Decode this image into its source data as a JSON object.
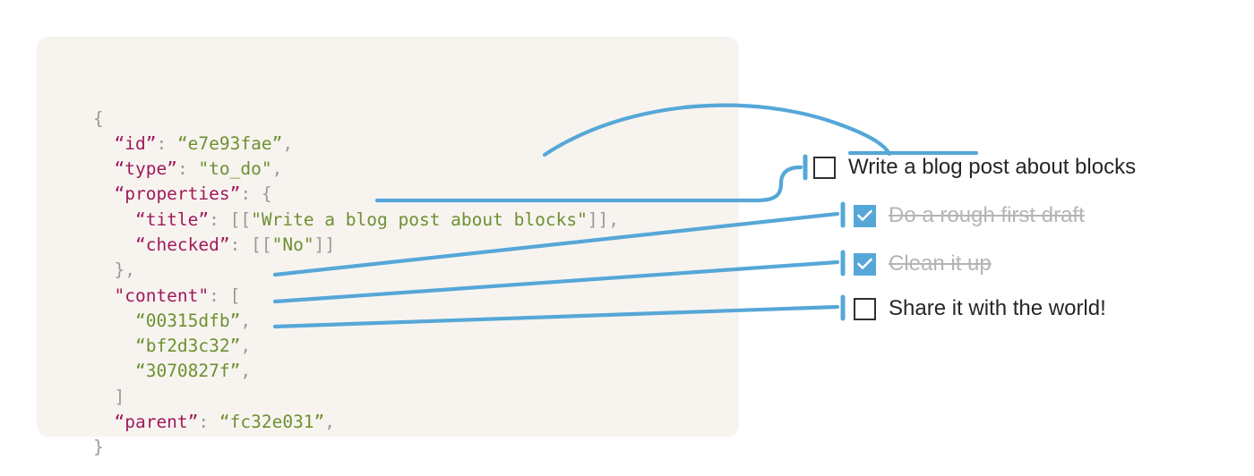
{
  "panel": {
    "background_color": "#f7f4f0",
    "code_lines": [
      [
        {
          "t": "{",
          "c": "p"
        }
      ],
      [
        {
          "t": "  ",
          "c": "p"
        },
        {
          "t": "“id”",
          "c": "k"
        },
        {
          "t": ": ",
          "c": "p"
        },
        {
          "t": "“e7e93fae”",
          "c": "v"
        },
        {
          "t": ",",
          "c": "p"
        }
      ],
      [
        {
          "t": "  ",
          "c": "p"
        },
        {
          "t": "“type”",
          "c": "k"
        },
        {
          "t": ": ",
          "c": "p"
        },
        {
          "t": "\"to_do\"",
          "c": "v"
        },
        {
          "t": ",",
          "c": "p"
        }
      ],
      [
        {
          "t": "  ",
          "c": "p"
        },
        {
          "t": "“properties”",
          "c": "k"
        },
        {
          "t": ": {",
          "c": "p"
        }
      ],
      [
        {
          "t": "    ",
          "c": "p"
        },
        {
          "t": "“title”",
          "c": "k"
        },
        {
          "t": ": [[",
          "c": "p"
        },
        {
          "t": "\"Write a blog post about blocks\"",
          "c": "v"
        },
        {
          "t": "]],",
          "c": "p"
        }
      ],
      [
        {
          "t": "    ",
          "c": "p"
        },
        {
          "t": "“checked”",
          "c": "k"
        },
        {
          "t": ": [[",
          "c": "p"
        },
        {
          "t": "\"No\"",
          "c": "v"
        },
        {
          "t": "]]",
          "c": "p"
        }
      ],
      [
        {
          "t": "  },",
          "c": "p"
        }
      ],
      [
        {
          "t": "  ",
          "c": "p"
        },
        {
          "t": "\"content\"",
          "c": "k"
        },
        {
          "t": ": [",
          "c": "p"
        }
      ],
      [
        {
          "t": "    ",
          "c": "p"
        },
        {
          "t": "“00315dfb”",
          "c": "v"
        },
        {
          "t": ",",
          "c": "p"
        }
      ],
      [
        {
          "t": "    ",
          "c": "p"
        },
        {
          "t": "“bf2d3c32”",
          "c": "v"
        },
        {
          "t": ",",
          "c": "p"
        }
      ],
      [
        {
          "t": "    ",
          "c": "p"
        },
        {
          "t": "“3070827f”",
          "c": "v"
        },
        {
          "t": ",",
          "c": "p"
        }
      ],
      [
        {
          "t": "  ]",
          "c": "p"
        }
      ],
      [
        {
          "t": "  ",
          "c": "p"
        },
        {
          "t": "“parent”",
          "c": "k"
        },
        {
          "t": ": ",
          "c": "p"
        },
        {
          "t": "“fc32e031”",
          "c": "v"
        },
        {
          "t": ",",
          "c": "p"
        }
      ],
      [
        {
          "t": "}",
          "c": "p"
        }
      ]
    ]
  },
  "todo": {
    "items": [
      {
        "label": "Write a blog post about blocks",
        "checked": false
      },
      {
        "label": "Do a rough first draft",
        "checked": true
      },
      {
        "label": "Clean it up",
        "checked": true
      },
      {
        "label": "Share it with the world!",
        "checked": false
      }
    ]
  },
  "colors": {
    "accent": "#56a7d8",
    "key": "#a01a5b",
    "value": "#6e9031",
    "punctuation": "#9a9a94",
    "panel_bg": "#f7f4f0",
    "text": "#262626",
    "done_text": "#b5b5b5",
    "page_bg": "#ffffff"
  }
}
